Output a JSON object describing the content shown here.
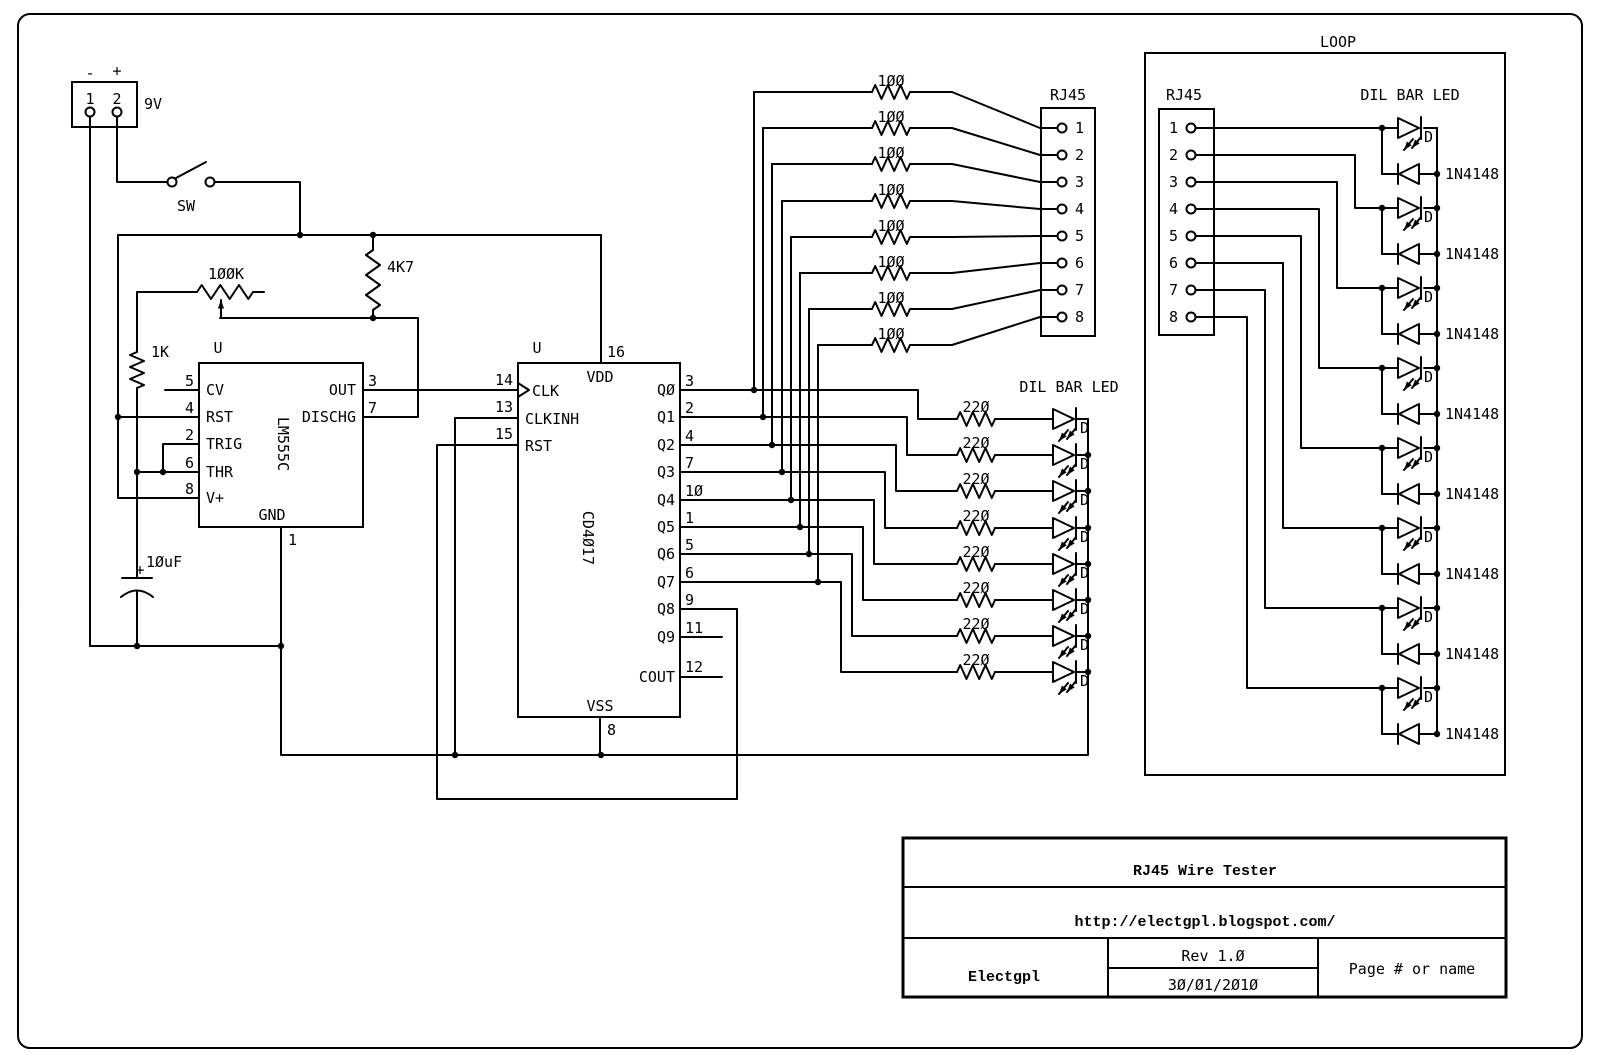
{
  "battery": {
    "label": "9V",
    "minus": "-",
    "plus": "+",
    "pins": [
      "1",
      "2"
    ]
  },
  "switch": {
    "label": "SW"
  },
  "resistors": {
    "pot": "100K",
    "r1k": "1K",
    "r4k7": "4K7",
    "series_value": "100",
    "series_count": 8,
    "led_value": "220",
    "led_count": 8
  },
  "capacitor": {
    "value": "10uF",
    "plus": "+"
  },
  "timer": {
    "designator": "U",
    "part": "LM555C",
    "pins_left": [
      {
        "num": "5",
        "name": "CV"
      },
      {
        "num": "4",
        "name": "RST"
      },
      {
        "num": "2",
        "name": "TRIG"
      },
      {
        "num": "6",
        "name": "THR"
      },
      {
        "num": "8",
        "name": "V+"
      }
    ],
    "pins_right": [
      {
        "num": "3",
        "name": "OUT"
      },
      {
        "num": "7",
        "name": "DISCHG"
      }
    ],
    "pin_bottom": {
      "num": "1",
      "name": "GND"
    }
  },
  "counter": {
    "designator": "U",
    "part": "CD4017",
    "pin_top": {
      "num": "16",
      "name": "VDD"
    },
    "pin_bottom": {
      "num": "8",
      "name": "VSS"
    },
    "pins_left": [
      {
        "num": "14",
        "name": "CLK"
      },
      {
        "num": "13",
        "name": "CLKINH"
      },
      {
        "num": "15",
        "name": "RST"
      }
    ],
    "outputs": [
      {
        "name": "Q0",
        "num": "3"
      },
      {
        "name": "Q1",
        "num": "2"
      },
      {
        "name": "Q2",
        "num": "4"
      },
      {
        "name": "Q3",
        "num": "7"
      },
      {
        "name": "Q4",
        "num": "10"
      },
      {
        "name": "Q5",
        "num": "1"
      },
      {
        "name": "Q6",
        "num": "5"
      },
      {
        "name": "Q7",
        "num": "6"
      },
      {
        "name": "Q8",
        "num": "9"
      },
      {
        "name": "Q9",
        "num": "11"
      }
    ],
    "cout": {
      "name": "COUT",
      "num": "12"
    }
  },
  "main_rj45": {
    "label": "RJ45",
    "pins": [
      "1",
      "2",
      "3",
      "4",
      "5",
      "6",
      "7",
      "8"
    ]
  },
  "main_led_bar": {
    "label": "DIL BAR LED",
    "led_label": "D"
  },
  "loop": {
    "label": "LOOP",
    "rj45": {
      "label": "RJ45",
      "pins": [
        "1",
        "2",
        "3",
        "4",
        "5",
        "6",
        "7",
        "8"
      ]
    },
    "led_bar": {
      "label": "DIL BAR LED",
      "led_label": "D"
    },
    "diode": "1N4148"
  },
  "title_block": {
    "title": "RJ45 Wire Tester",
    "url": "http://electgpl.blogspot.com/",
    "author": "Electgpl",
    "rev": "Rev 1.0",
    "date": "30/01/2010",
    "page": "Page # or name"
  }
}
